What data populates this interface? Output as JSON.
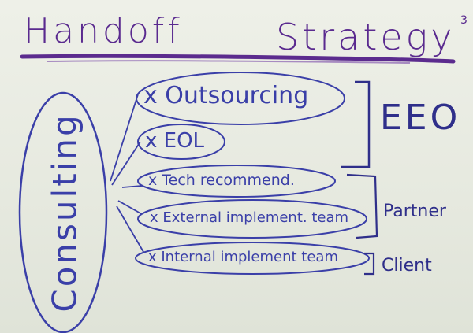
{
  "title": {
    "part1": "Handoff",
    "part2": "Strategy"
  },
  "corner_mark": "3",
  "vertical_label": "Consulting",
  "items": [
    {
      "text": "x Outsourcing"
    },
    {
      "text": "x EOL"
    },
    {
      "text": "x Tech recommend."
    },
    {
      "text": "x External implement. team"
    },
    {
      "text": "x Internal implement team"
    }
  ],
  "groups": {
    "eeo": "EEO",
    "partner": "Partner",
    "client": "Client"
  },
  "colors": {
    "title": "#5a2a8f",
    "underline": "#5a2a8f",
    "ink": "#3a3fa8"
  }
}
